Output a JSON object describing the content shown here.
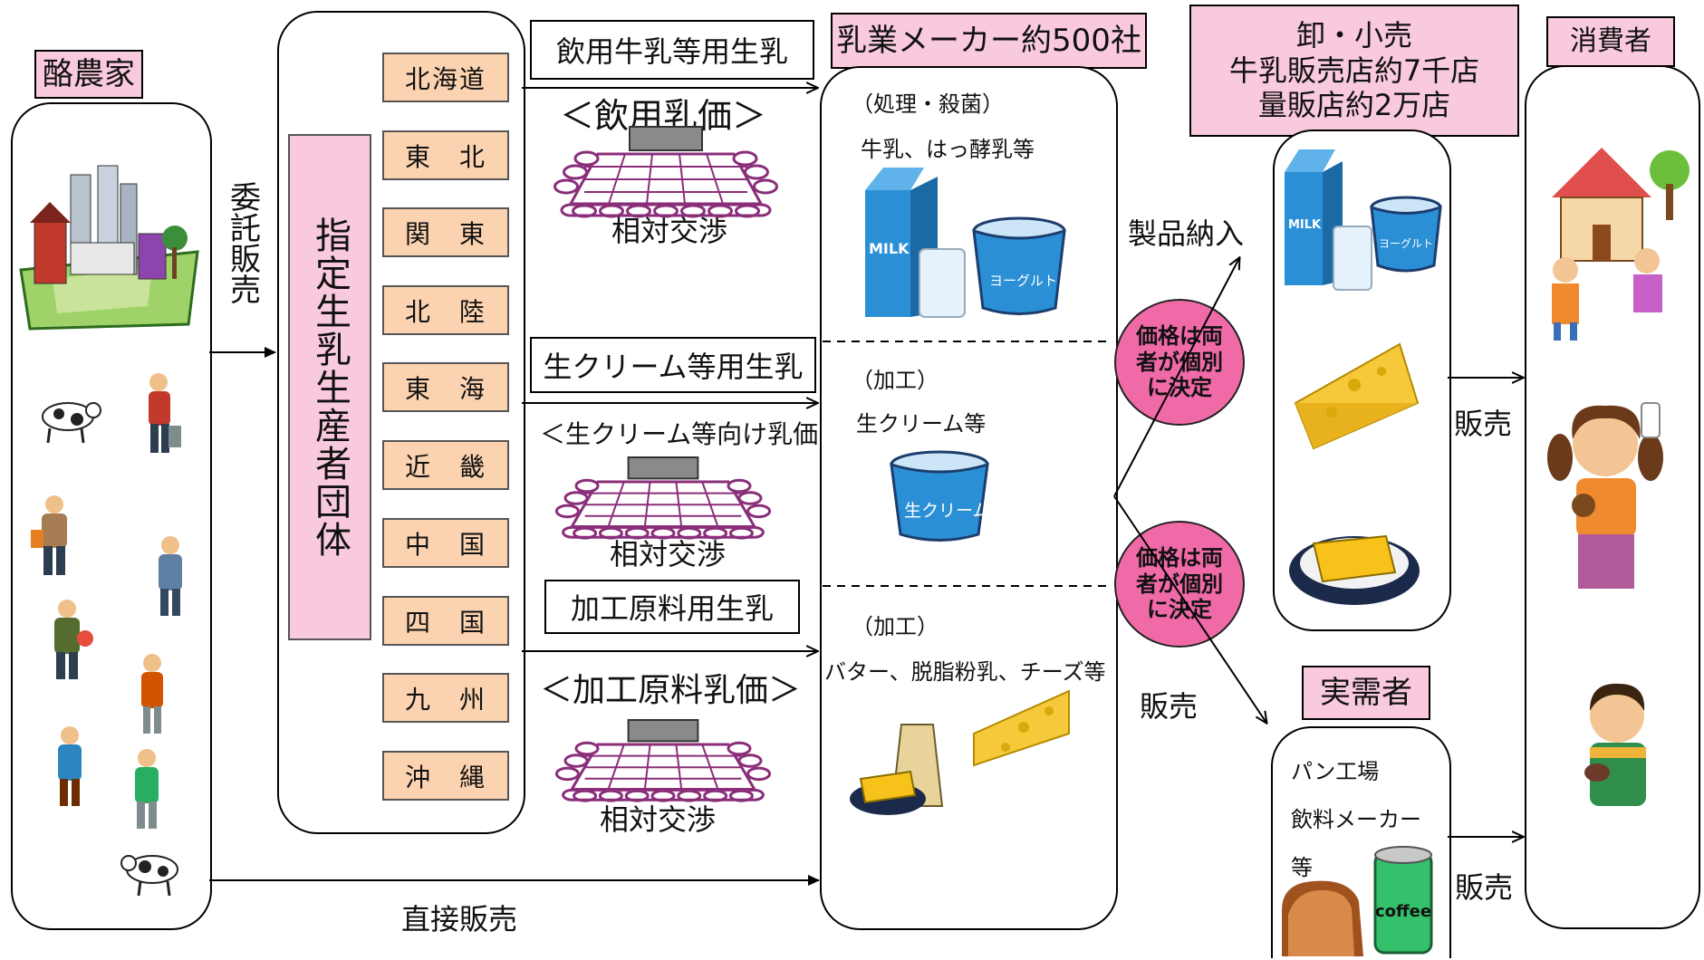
{
  "headers": {
    "farmers": "酪農家",
    "makers": "乳業メーカー約500社",
    "retail": "卸・小売\n牛乳販売店約7千店\n量販店約2万店",
    "consumers": "消費者",
    "users": "実需者"
  },
  "group": {
    "title": "指定生乳生産者団体",
    "regions": [
      "北海道",
      "東　北",
      "関　東",
      "北　陸",
      "東　海",
      "近　畿",
      "中　国",
      "四　国",
      "九　州",
      "沖　縄"
    ]
  },
  "consign": "委託販売",
  "milk_types": {
    "drinking": {
      "label": "飲用牛乳等用生乳",
      "price": "＜飲用乳価＞",
      "negotiation": "相対交渉"
    },
    "cream": {
      "label": "生クリーム等用生乳",
      "price": "＜生クリーム等向け乳価＞",
      "negotiation": "相対交渉"
    },
    "processing": {
      "label": "加工原料用生乳",
      "price": "＜加工原料乳価＞",
      "negotiation": "相対交渉"
    }
  },
  "maker_sections": {
    "s1_process": "（処理・殺菌）",
    "s1_items": "牛乳、はっ酵乳等",
    "s2_process": "（加工）",
    "s2_items": "生クリーム等",
    "s3_process": "（加工）",
    "s3_items": "バター、脱脂粉乳、チーズ等"
  },
  "product_labels": {
    "milk_carton": "MILK",
    "milk_carton_small": "MILK",
    "yogurt": "ヨーグルト",
    "yogurt_small": "ヨーグルト",
    "cream": "生クリーム",
    "coffee": "coffee"
  },
  "flows": {
    "delivery": "製品納入",
    "sale_to_users": "販売",
    "sale_retail": "販売",
    "sale_users_to_consumers": "販売",
    "direct": "直接販売"
  },
  "price_ovals": [
    "価格は両者が個別に決定",
    "価格は両者が個別に決定"
  ],
  "users_items": [
    "パン工場",
    "飲料メーカー",
    "等"
  ],
  "colors": {
    "pink": "#f9c9de",
    "orange": "#fbd3b0",
    "oval": "#f06aa8",
    "purple": "#8a2e7a"
  }
}
